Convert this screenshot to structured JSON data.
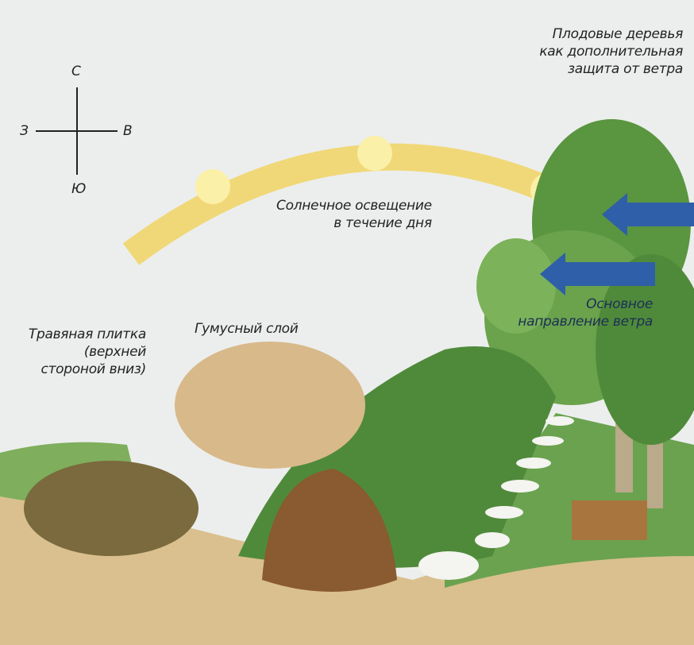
{
  "compass": {
    "north": "С",
    "west": "З",
    "east": "В",
    "south": "Ю"
  },
  "labels": {
    "fruit_trees": [
      "Плодовые деревья",
      "как дополнительная",
      "защита от ветра"
    ],
    "sunlight": [
      "Солнечное освещение",
      "в течение дня"
    ],
    "wind": [
      "Основное",
      "направление ветра"
    ],
    "grass_tile": [
      "Травяная плитка",
      "(верхней",
      "стороной вниз)"
    ],
    "humus": "Гумусный слой"
  },
  "colors": {
    "sun_arc": "#f1d56a",
    "wind_arrow": "#2f5fa8",
    "soil": "#d9c08e",
    "grass": "#5e9a48",
    "foliage": "#4f8a3a"
  }
}
